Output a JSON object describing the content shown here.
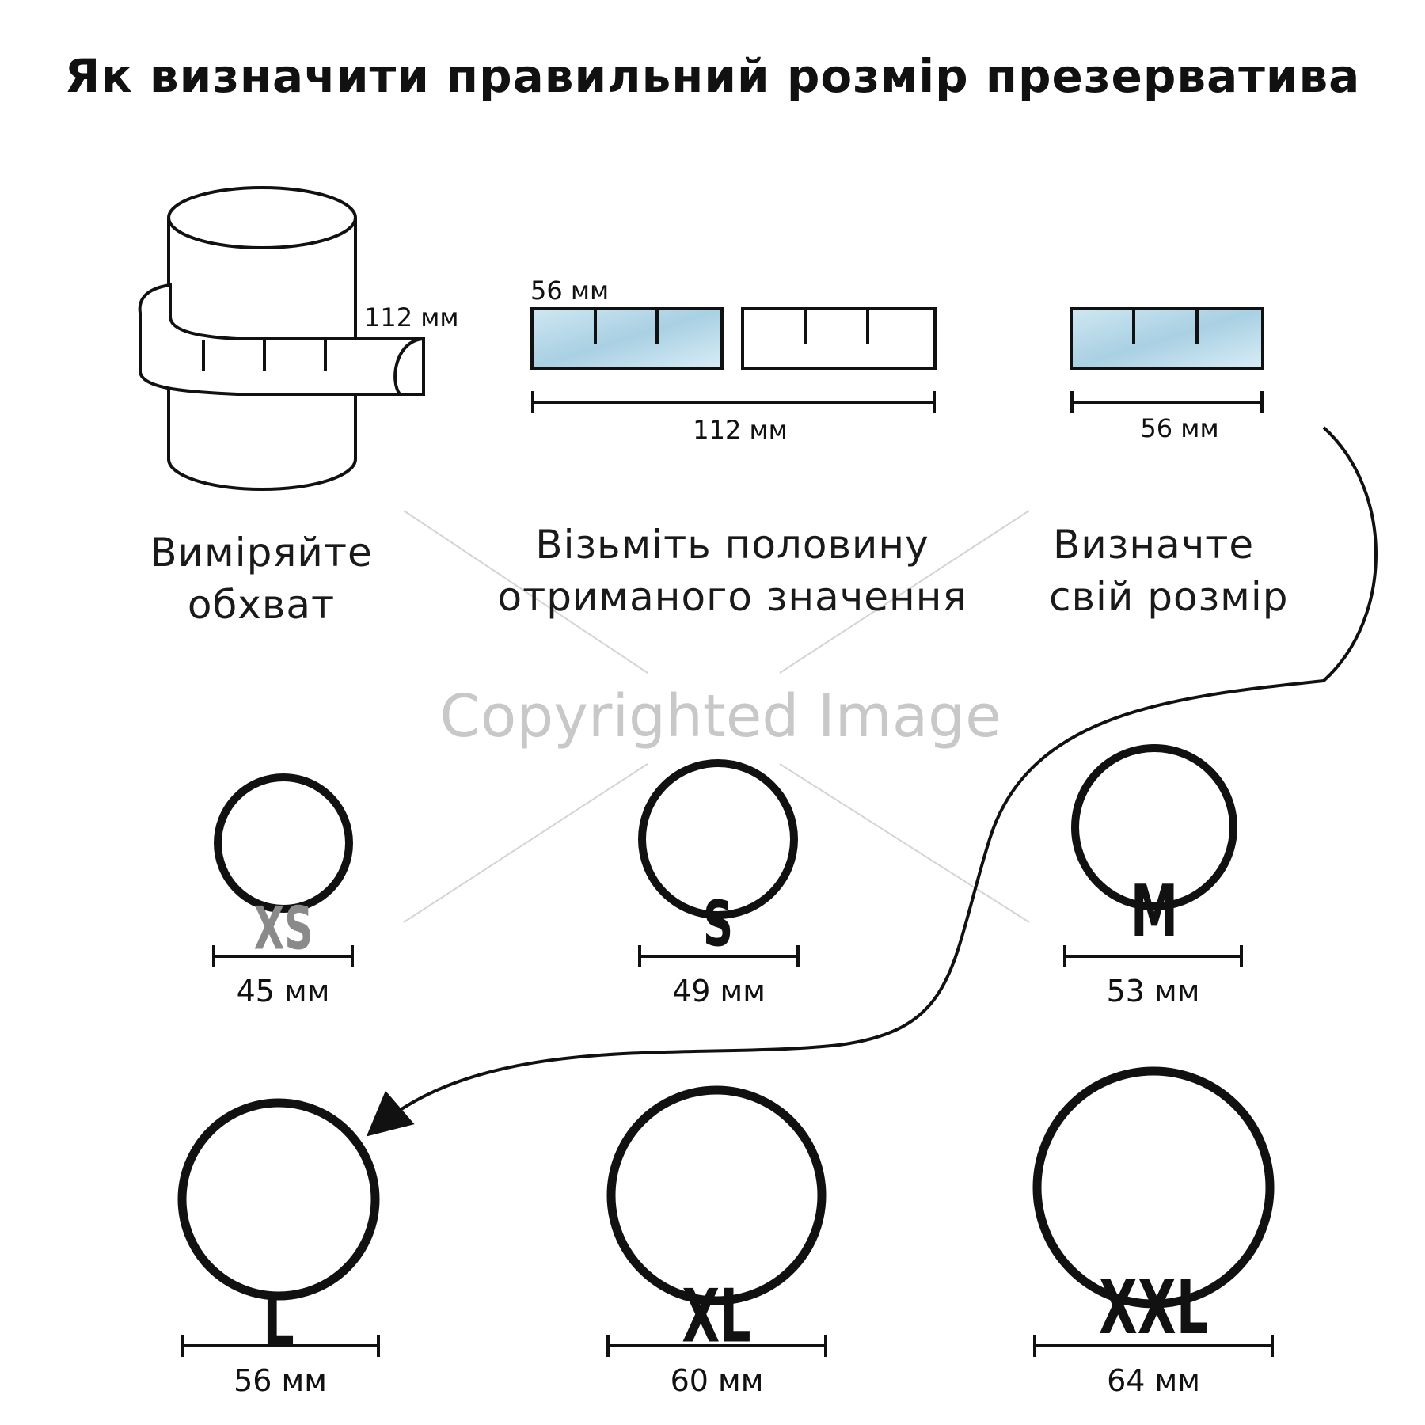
{
  "title": "Як визначити правильний розмір презерватива",
  "steps": {
    "measure": {
      "line1": "Виміряйте",
      "line2": "обхват",
      "tape_value": "112 мм"
    },
    "half": {
      "line1": "Візьміть половину",
      "line2": "отриманого значення",
      "half_value": "56 мм",
      "total_value": "112 мм"
    },
    "define": {
      "line1": "Визначте",
      "line2": "свій розмір",
      "value": "56 мм"
    }
  },
  "watermark": "Copyrighted Image",
  "sizes": [
    {
      "label": "XS",
      "width": "45 мм",
      "muted": true
    },
    {
      "label": "S",
      "width": "49 мм",
      "muted": false
    },
    {
      "label": "M",
      "width": "53 мм",
      "muted": false
    },
    {
      "label": "L",
      "width": "56 мм",
      "muted": false,
      "selected": true
    },
    {
      "label": "XL",
      "width": "60 мм",
      "muted": false
    },
    {
      "label": "XXL",
      "width": "64 мм",
      "muted": false
    }
  ],
  "colors": {
    "ink": "#111111",
    "tape_fill": "#b9d9e8",
    "muted_letter": "#8a8a8a",
    "watermark": "#c8c8c8"
  },
  "icons": [
    "cylinder-with-measuring-tape-icon",
    "measuring-tape-segment-icon",
    "dimension-line-icon",
    "curved-arrow-icon"
  ]
}
